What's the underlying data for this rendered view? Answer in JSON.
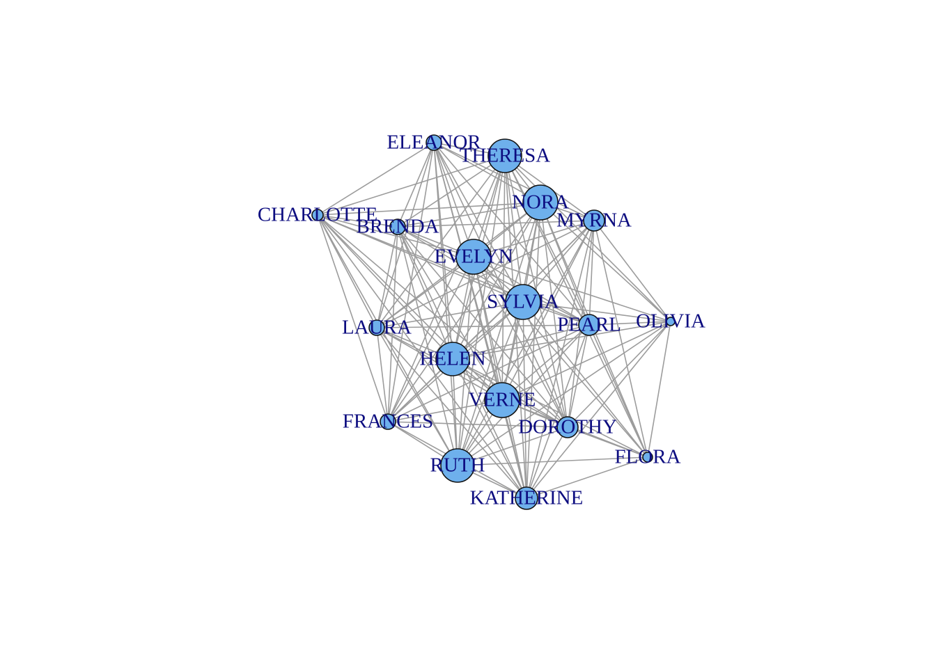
{
  "graph": {
    "colors": {
      "edge": "#9c9c9c",
      "node_fill": "#6eb0ec",
      "node_stroke": "#111111",
      "label": "#0d0d80"
    },
    "nodes": [
      {
        "id": "ELEANOR",
        "label": "ELEANOR"
      },
      {
        "id": "THERESA",
        "label": "THERESA"
      },
      {
        "id": "NORA",
        "label": "NORA"
      },
      {
        "id": "MYRNA",
        "label": "MYRNA"
      },
      {
        "id": "CHARLOTTE",
        "label": "CHARLOTTE"
      },
      {
        "id": "BRENDA",
        "label": "BRENDA"
      },
      {
        "id": "EVELYN",
        "label": "EVELYN"
      },
      {
        "id": "SYLVIA",
        "label": "SYLVIA"
      },
      {
        "id": "LAURA",
        "label": "LAURA"
      },
      {
        "id": "PEARL",
        "label": "PEARL"
      },
      {
        "id": "OLIVIA",
        "label": "OLIVIA"
      },
      {
        "id": "HELEN",
        "label": "HELEN"
      },
      {
        "id": "VERNE",
        "label": "VERNE"
      },
      {
        "id": "FRANCES",
        "label": "FRANCES"
      },
      {
        "id": "DOROTHY",
        "label": "DOROTHY"
      },
      {
        "id": "FLORA",
        "label": "FLORA"
      },
      {
        "id": "RUTH",
        "label": "RUTH"
      },
      {
        "id": "KATHERINE",
        "label": "KATHERINE"
      }
    ],
    "edges": [
      [
        "ELEANOR",
        "THERESA"
      ],
      [
        "ELEANOR",
        "NORA"
      ],
      [
        "ELEANOR",
        "MYRNA"
      ],
      [
        "ELEANOR",
        "CHARLOTTE"
      ],
      [
        "ELEANOR",
        "BRENDA"
      ],
      [
        "ELEANOR",
        "EVELYN"
      ],
      [
        "ELEANOR",
        "SYLVIA"
      ],
      [
        "ELEANOR",
        "LAURA"
      ],
      [
        "ELEANOR",
        "PEARL"
      ],
      [
        "ELEANOR",
        "HELEN"
      ],
      [
        "ELEANOR",
        "VERNE"
      ],
      [
        "ELEANOR",
        "FRANCES"
      ],
      [
        "ELEANOR",
        "DOROTHY"
      ],
      [
        "ELEANOR",
        "RUTH"
      ],
      [
        "ELEANOR",
        "KATHERINE"
      ],
      [
        "THERESA",
        "NORA"
      ],
      [
        "THERESA",
        "MYRNA"
      ],
      [
        "THERESA",
        "CHARLOTTE"
      ],
      [
        "THERESA",
        "BRENDA"
      ],
      [
        "THERESA",
        "EVELYN"
      ],
      [
        "THERESA",
        "SYLVIA"
      ],
      [
        "THERESA",
        "LAURA"
      ],
      [
        "THERESA",
        "PEARL"
      ],
      [
        "THERESA",
        "OLIVIA"
      ],
      [
        "THERESA",
        "HELEN"
      ],
      [
        "THERESA",
        "VERNE"
      ],
      [
        "THERESA",
        "FRANCES"
      ],
      [
        "THERESA",
        "DOROTHY"
      ],
      [
        "THERESA",
        "FLORA"
      ],
      [
        "THERESA",
        "RUTH"
      ],
      [
        "THERESA",
        "KATHERINE"
      ],
      [
        "NORA",
        "MYRNA"
      ],
      [
        "NORA",
        "CHARLOTTE"
      ],
      [
        "NORA",
        "BRENDA"
      ],
      [
        "NORA",
        "EVELYN"
      ],
      [
        "NORA",
        "SYLVIA"
      ],
      [
        "NORA",
        "LAURA"
      ],
      [
        "NORA",
        "PEARL"
      ],
      [
        "NORA",
        "OLIVIA"
      ],
      [
        "NORA",
        "HELEN"
      ],
      [
        "NORA",
        "VERNE"
      ],
      [
        "NORA",
        "FRANCES"
      ],
      [
        "NORA",
        "DOROTHY"
      ],
      [
        "NORA",
        "FLORA"
      ],
      [
        "NORA",
        "RUTH"
      ],
      [
        "NORA",
        "KATHERINE"
      ],
      [
        "MYRNA",
        "BRENDA"
      ],
      [
        "MYRNA",
        "EVELYN"
      ],
      [
        "MYRNA",
        "SYLVIA"
      ],
      [
        "MYRNA",
        "LAURA"
      ],
      [
        "MYRNA",
        "PEARL"
      ],
      [
        "MYRNA",
        "OLIVIA"
      ],
      [
        "MYRNA",
        "HELEN"
      ],
      [
        "MYRNA",
        "VERNE"
      ],
      [
        "MYRNA",
        "FRANCES"
      ],
      [
        "MYRNA",
        "DOROTHY"
      ],
      [
        "MYRNA",
        "FLORA"
      ],
      [
        "MYRNA",
        "RUTH"
      ],
      [
        "MYRNA",
        "KATHERINE"
      ],
      [
        "CHARLOTTE",
        "BRENDA"
      ],
      [
        "CHARLOTTE",
        "EVELYN"
      ],
      [
        "CHARLOTTE",
        "SYLVIA"
      ],
      [
        "CHARLOTTE",
        "LAURA"
      ],
      [
        "CHARLOTTE",
        "PEARL"
      ],
      [
        "CHARLOTTE",
        "HELEN"
      ],
      [
        "CHARLOTTE",
        "VERNE"
      ],
      [
        "CHARLOTTE",
        "FRANCES"
      ],
      [
        "CHARLOTTE",
        "DOROTHY"
      ],
      [
        "CHARLOTTE",
        "RUTH"
      ],
      [
        "CHARLOTTE",
        "KATHERINE"
      ],
      [
        "BRENDA",
        "EVELYN"
      ],
      [
        "BRENDA",
        "SYLVIA"
      ],
      [
        "BRENDA",
        "LAURA"
      ],
      [
        "BRENDA",
        "PEARL"
      ],
      [
        "BRENDA",
        "HELEN"
      ],
      [
        "BRENDA",
        "VERNE"
      ],
      [
        "BRENDA",
        "FRANCES"
      ],
      [
        "BRENDA",
        "DOROTHY"
      ],
      [
        "BRENDA",
        "RUTH"
      ],
      [
        "BRENDA",
        "KATHERINE"
      ],
      [
        "EVELYN",
        "SYLVIA"
      ],
      [
        "EVELYN",
        "LAURA"
      ],
      [
        "EVELYN",
        "PEARL"
      ],
      [
        "EVELYN",
        "OLIVIA"
      ],
      [
        "EVELYN",
        "HELEN"
      ],
      [
        "EVELYN",
        "VERNE"
      ],
      [
        "EVELYN",
        "FRANCES"
      ],
      [
        "EVELYN",
        "DOROTHY"
      ],
      [
        "EVELYN",
        "FLORA"
      ],
      [
        "EVELYN",
        "RUTH"
      ],
      [
        "EVELYN",
        "KATHERINE"
      ],
      [
        "SYLVIA",
        "LAURA"
      ],
      [
        "SYLVIA",
        "PEARL"
      ],
      [
        "SYLVIA",
        "OLIVIA"
      ],
      [
        "SYLVIA",
        "HELEN"
      ],
      [
        "SYLVIA",
        "VERNE"
      ],
      [
        "SYLVIA",
        "FRANCES"
      ],
      [
        "SYLVIA",
        "DOROTHY"
      ],
      [
        "SYLVIA",
        "FLORA"
      ],
      [
        "SYLVIA",
        "RUTH"
      ],
      [
        "SYLVIA",
        "KATHERINE"
      ],
      [
        "LAURA",
        "PEARL"
      ],
      [
        "LAURA",
        "HELEN"
      ],
      [
        "LAURA",
        "VERNE"
      ],
      [
        "LAURA",
        "FRANCES"
      ],
      [
        "LAURA",
        "DOROTHY"
      ],
      [
        "LAURA",
        "RUTH"
      ],
      [
        "LAURA",
        "KATHERINE"
      ],
      [
        "PEARL",
        "OLIVIA"
      ],
      [
        "PEARL",
        "HELEN"
      ],
      [
        "PEARL",
        "VERNE"
      ],
      [
        "PEARL",
        "FRANCES"
      ],
      [
        "PEARL",
        "DOROTHY"
      ],
      [
        "PEARL",
        "FLORA"
      ],
      [
        "PEARL",
        "RUTH"
      ],
      [
        "PEARL",
        "KATHERINE"
      ],
      [
        "OLIVIA",
        "HELEN"
      ],
      [
        "OLIVIA",
        "VERNE"
      ],
      [
        "OLIVIA",
        "DOROTHY"
      ],
      [
        "OLIVIA",
        "FLORA"
      ],
      [
        "OLIVIA",
        "RUTH"
      ],
      [
        "OLIVIA",
        "KATHERINE"
      ],
      [
        "HELEN",
        "VERNE"
      ],
      [
        "HELEN",
        "FRANCES"
      ],
      [
        "HELEN",
        "DOROTHY"
      ],
      [
        "HELEN",
        "FLORA"
      ],
      [
        "HELEN",
        "RUTH"
      ],
      [
        "HELEN",
        "KATHERINE"
      ],
      [
        "VERNE",
        "FRANCES"
      ],
      [
        "VERNE",
        "DOROTHY"
      ],
      [
        "VERNE",
        "FLORA"
      ],
      [
        "VERNE",
        "RUTH"
      ],
      [
        "VERNE",
        "KATHERINE"
      ],
      [
        "FRANCES",
        "DOROTHY"
      ],
      [
        "FRANCES",
        "RUTH"
      ],
      [
        "FRANCES",
        "KATHERINE"
      ],
      [
        "DOROTHY",
        "FLORA"
      ],
      [
        "DOROTHY",
        "RUTH"
      ],
      [
        "DOROTHY",
        "KATHERINE"
      ],
      [
        "FLORA",
        "RUTH"
      ],
      [
        "FLORA",
        "KATHERINE"
      ],
      [
        "RUTH",
        "KATHERINE"
      ]
    ]
  }
}
